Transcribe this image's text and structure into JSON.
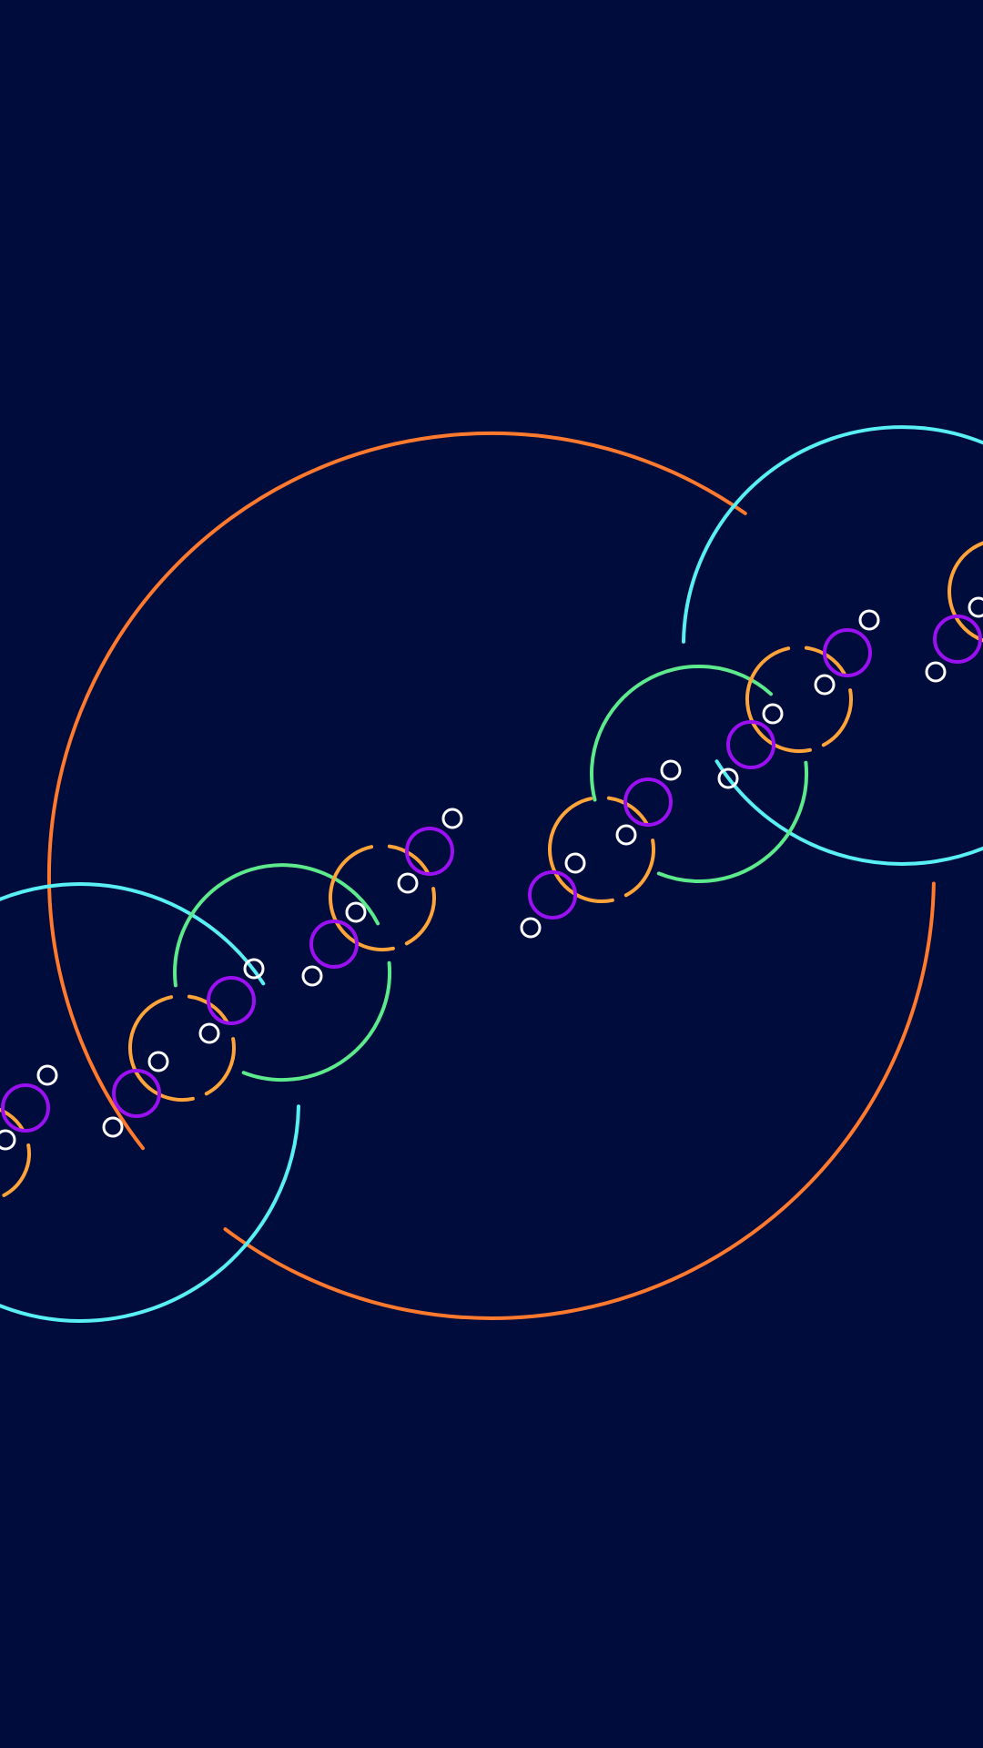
{
  "screen": {
    "description_visible_text": "",
    "background_color": "#000c3c"
  },
  "palette": {
    "orange": "#ff7a2e",
    "cyan": "#58f0f4",
    "green": "#5cea8c",
    "amber": "#ffa43a",
    "purple": "#9a10f0",
    "white": "#ffffff"
  },
  "artwork": {
    "kind": "nested-arc-fractal",
    "levels": [
      {
        "name": "large-ring",
        "color": "orange"
      },
      {
        "name": "outer-ring",
        "color": "cyan"
      },
      {
        "name": "mid-ring",
        "color": "green"
      },
      {
        "name": "inner-ring",
        "color": "amber"
      },
      {
        "name": "small-ring",
        "color": "purple"
      },
      {
        "name": "dot-ring",
        "color": "white"
      }
    ]
  }
}
